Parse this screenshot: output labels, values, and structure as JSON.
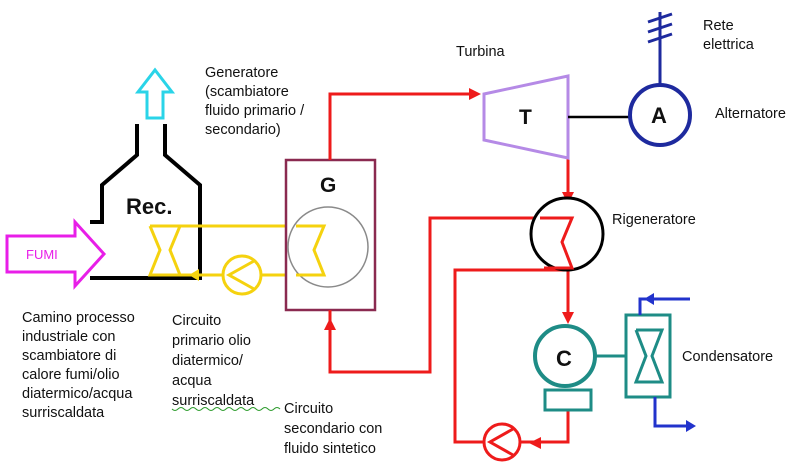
{
  "diagram": {
    "fumi": "FUMI",
    "rec": "Rec.",
    "generator_letter": "G",
    "turbine_letter": "T",
    "alternator_letter": "A",
    "condenser_letter": "C",
    "labels": {
      "generatore": [
        "Generatore",
        "(scambiatore",
        "fluido primario /",
        "secondario)"
      ],
      "turbina": "Turbina",
      "rete": [
        "Rete",
        "elettrica"
      ],
      "alternatore": "Alternatore",
      "rigeneratore": "Rigeneratore",
      "condensatore": "Condensatore",
      "camino": [
        "Camino processo",
        "industriale con",
        "scambiatore di",
        "calore fumi/olio",
        "diatermico/acqua",
        "surriscaldata"
      ],
      "circuito_primario": [
        "Circuito",
        "primario olio",
        "diatermico/",
        "acqua",
        "surriscaldata"
      ],
      "circuito_secondario": [
        "Circuito",
        "secondario con",
        "fluido sintetico"
      ]
    },
    "colors": {
      "red": "#ee1b1b",
      "yellow": "#f5d20f",
      "magenta": "#e81ee8",
      "cyan": "#2ad4e8",
      "navy": "#1e2a9e",
      "blue": "#2233cc",
      "teal": "#1e8c86",
      "lavender": "#b58ae6",
      "maroon": "#8a2a50"
    }
  }
}
